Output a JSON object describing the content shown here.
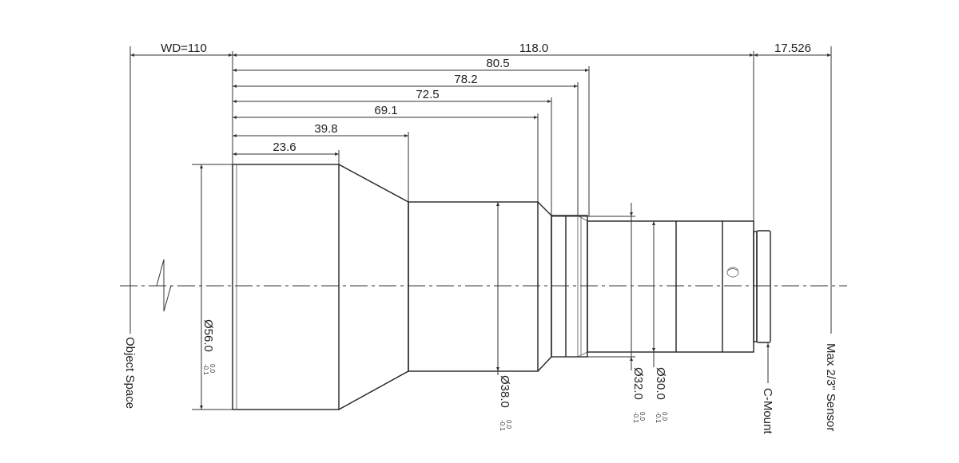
{
  "dimensions": {
    "wd": "WD=110",
    "total": "118.0",
    "back_focus": "17.526",
    "d80": "80.5",
    "d78": "78.2",
    "d72": "72.5",
    "d69": "69.1",
    "d39": "39.8",
    "d23": "23.6"
  },
  "diameters": {
    "d56": "Ø56.0",
    "d38": "Ø38.0",
    "d32": "Ø32.0",
    "d30": "Ø30.0",
    "tol_upper": "0.0",
    "tol_lower": "-0.1"
  },
  "labels": {
    "object_space": "Object Space",
    "c_mount": "C-Mount",
    "sensor": "Max 2/3\" Sensor"
  }
}
